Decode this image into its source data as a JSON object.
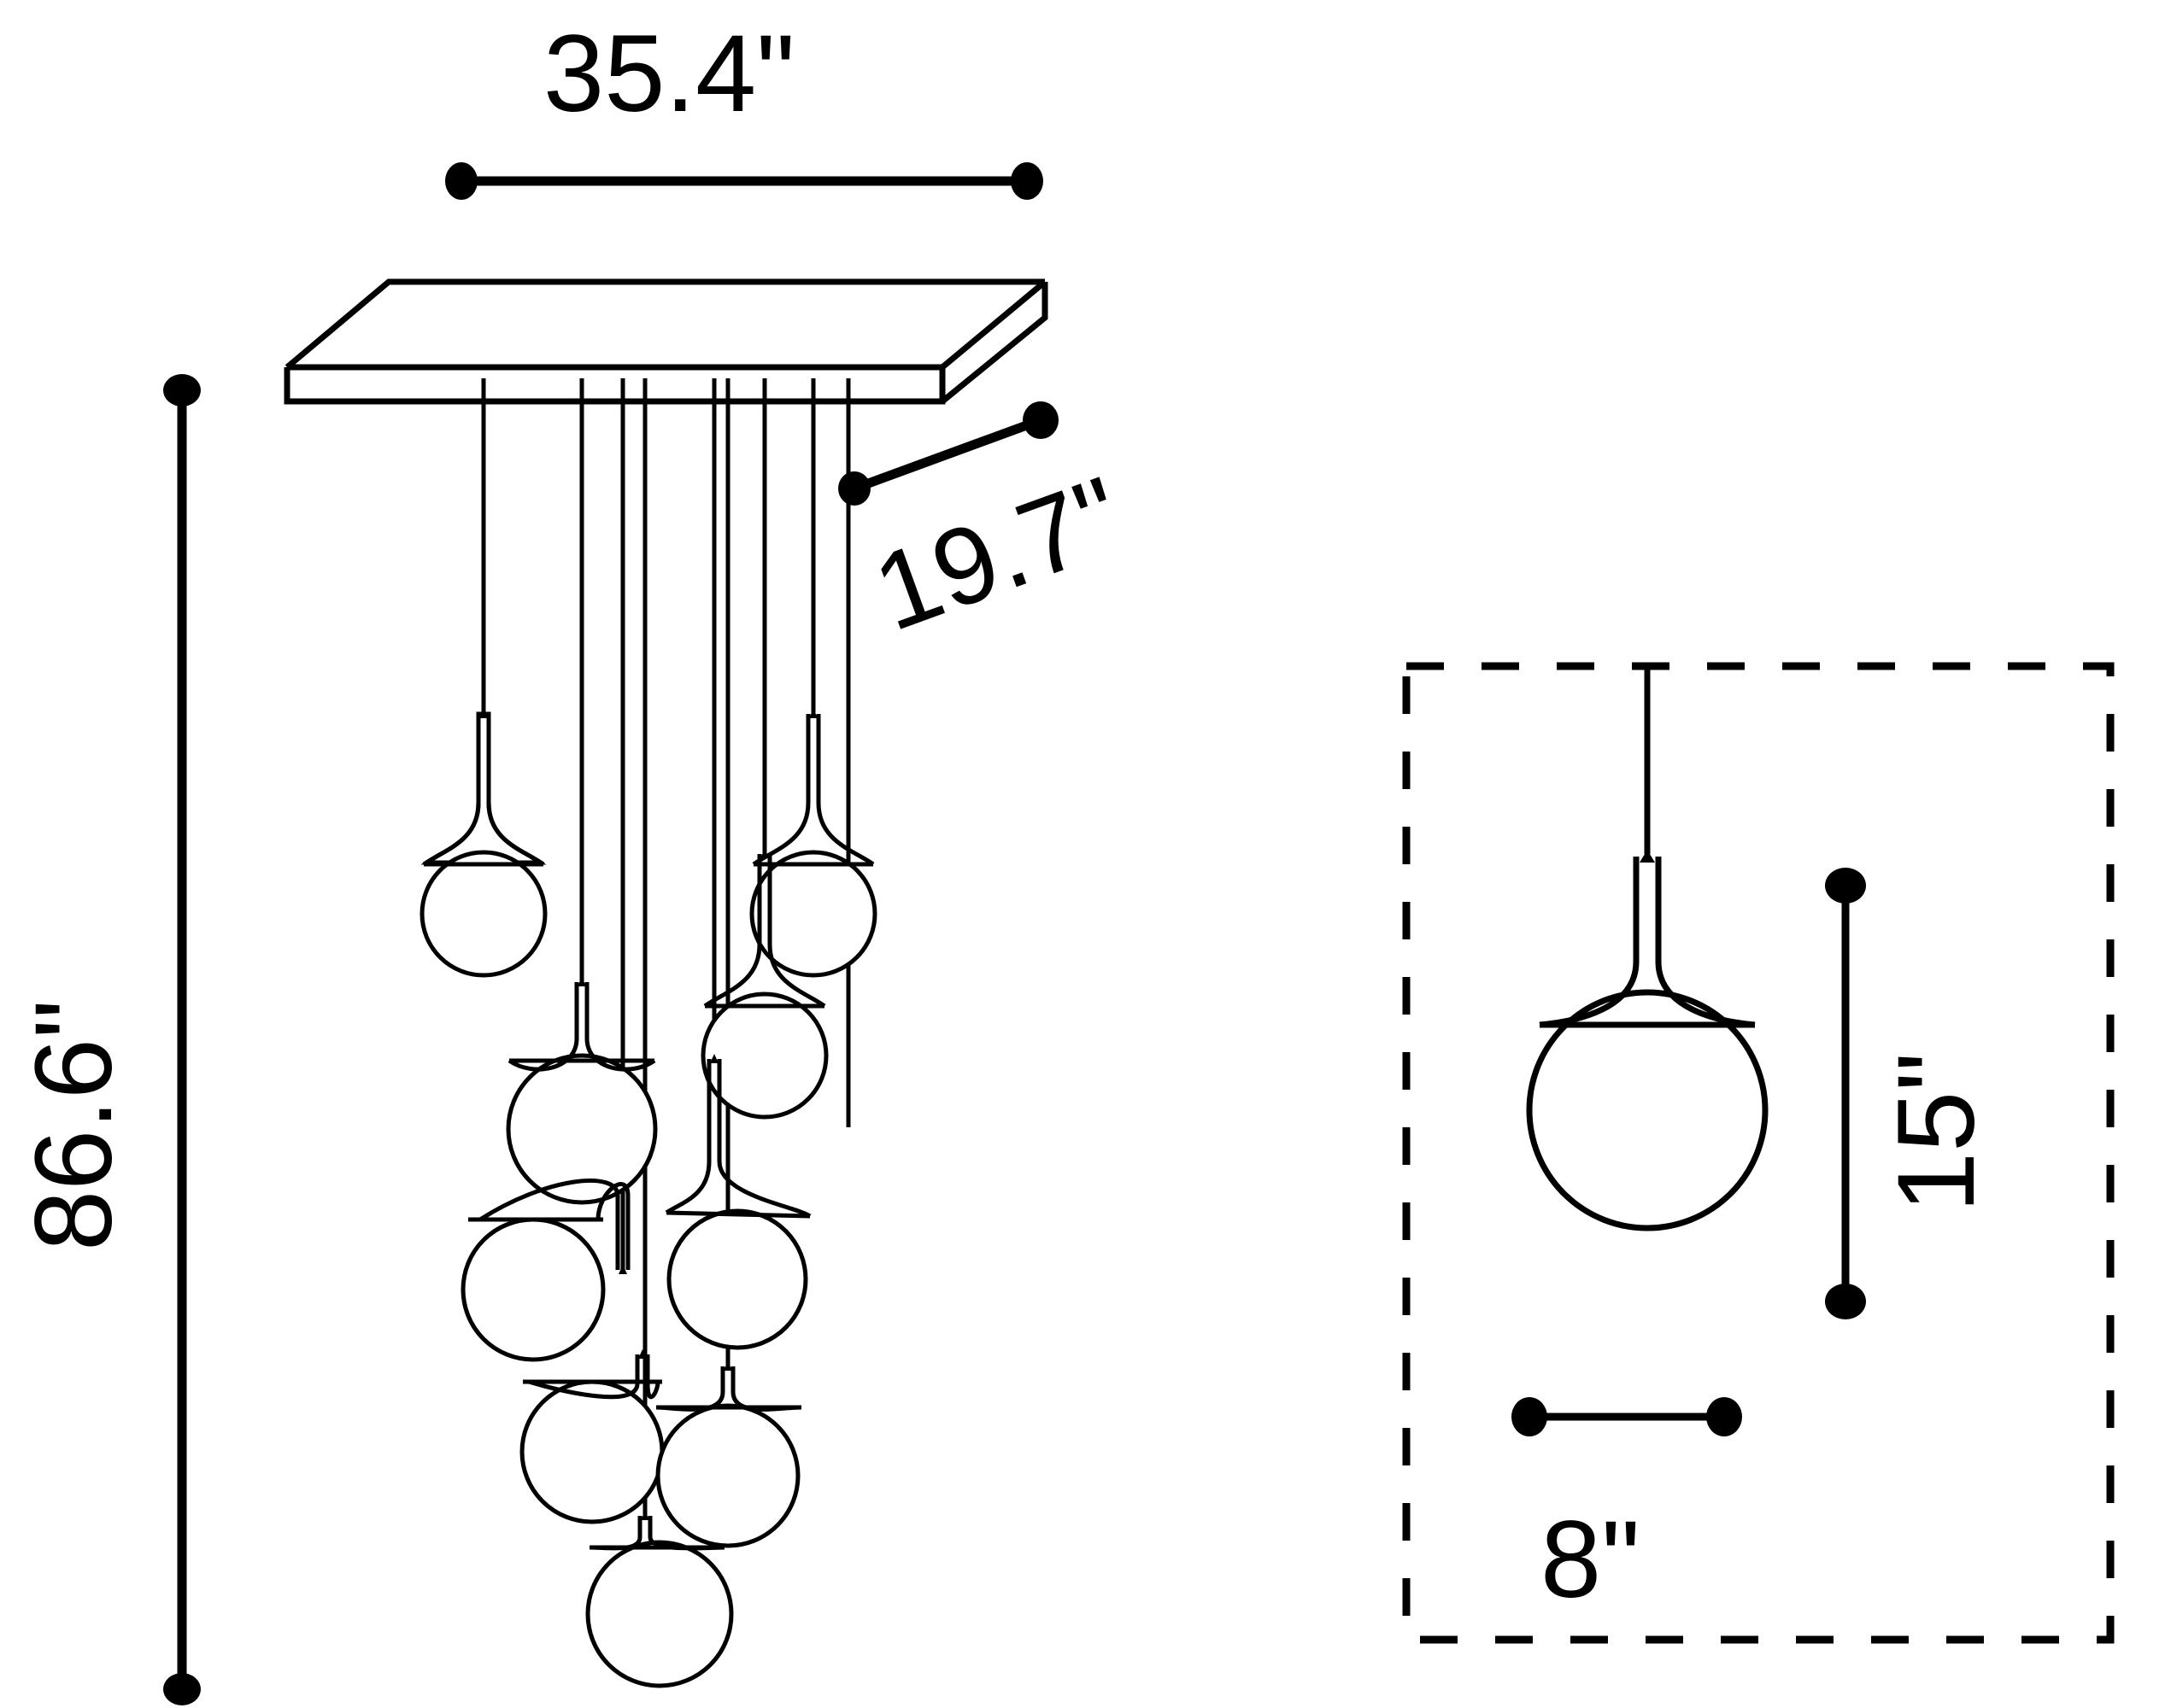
{
  "drawing": {
    "type": "product-dimension-line-drawing",
    "subject": "multi-globe cluster pendant chandelier",
    "background_color": "#ffffff",
    "line_color": "#000000",
    "units": "inches"
  },
  "dimensions": {
    "overall_width": "35.4\"",
    "overall_height": "86.6\"",
    "canopy_depth": "19.7\"",
    "globe_height": "15\"",
    "globe_diameter": "8\""
  },
  "main_view": {
    "name": "chandelier-assembly-view",
    "globe_count": 9,
    "width_dimension": {
      "label": "35.4\"",
      "orientation": "horizontal",
      "position": "top"
    },
    "height_dimension": {
      "label": "86.6\"",
      "orientation": "vertical",
      "position": "left",
      "text_rotation_deg": -90
    },
    "depth_dimension": {
      "label": "19.7\"",
      "orientation": "diagonal",
      "position": "upper-right-of-canopy",
      "text_rotation_deg": -20
    }
  },
  "detail_view": {
    "name": "single-pendant-detail",
    "border_style": "dashed",
    "height_dimension": {
      "label": "15\"",
      "orientation": "vertical",
      "position": "right",
      "text_rotation_deg": -90
    },
    "width_dimension": {
      "label": "8\"",
      "orientation": "horizontal",
      "position": "bottom"
    }
  },
  "colors": {
    "stroke": "#000000",
    "background": "#ffffff"
  }
}
